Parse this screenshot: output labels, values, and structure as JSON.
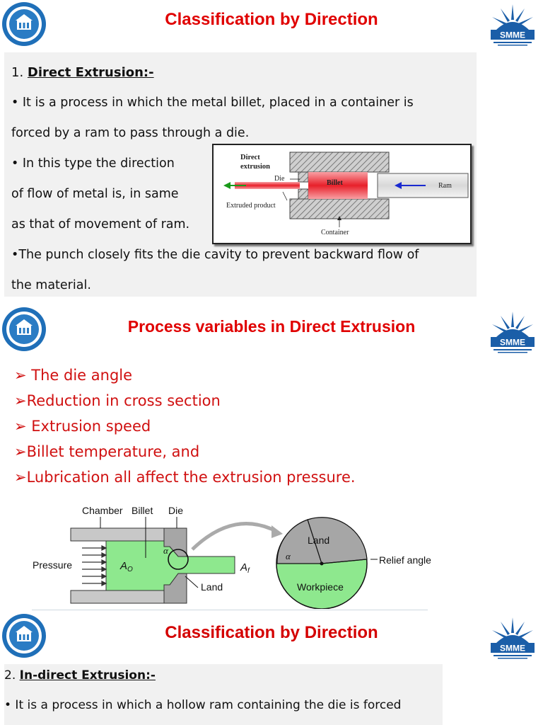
{
  "slide1": {
    "title": "Classification by Direction",
    "heading_num": "1.",
    "heading": "Direct Extrusion:-",
    "lines": [
      "• It is a process in which the metal billet, placed in a container is",
      "forced by a ram to pass through a die.",
      "• In this type the direction",
      "of flow of metal is, in same",
      "as that of movement of ram.",
      "•The punch closely fits the die cavity to prevent backward flow of",
      "the material."
    ],
    "figure": {
      "label_title_1": "Direct",
      "label_title_2": "extrusion",
      "die": "Die",
      "billet": "Billet",
      "ram": "Ram",
      "extruded": "Extruded product",
      "container": "Container"
    }
  },
  "slide2": {
    "title": "Process variables in Direct Extrusion",
    "items": [
      "➢ The die angle",
      "➢Reduction in cross section",
      "➢ Extrusion speed",
      "➢Billet temperature, and",
      "➢Lubrication all affect the extrusion pressure."
    ],
    "figure": {
      "chamber": "Chamber",
      "billet": "Billet",
      "die": "Die",
      "pressure": "Pressure",
      "a0": "A",
      "a0_sub": "O",
      "af": "A",
      "af_sub": "f",
      "alpha": "α",
      "land": "Land",
      "land2": "Land",
      "relief": "Relief angle",
      "workpiece": "Workpiece"
    }
  },
  "slide3": {
    "title": "Classification by Direction",
    "heading_num": "2.",
    "heading": "In-direct Extrusion:-",
    "line": "• It is a process in which a hollow ram containing the die is forced"
  },
  "logo_text": "SMME",
  "colors": {
    "title_red": "#e00000",
    "billet_red": "#e8202a",
    "workpiece_green": "#8ee88e",
    "seal_blue": "#1f6fb8",
    "logo_blue": "#1b5ea8"
  }
}
